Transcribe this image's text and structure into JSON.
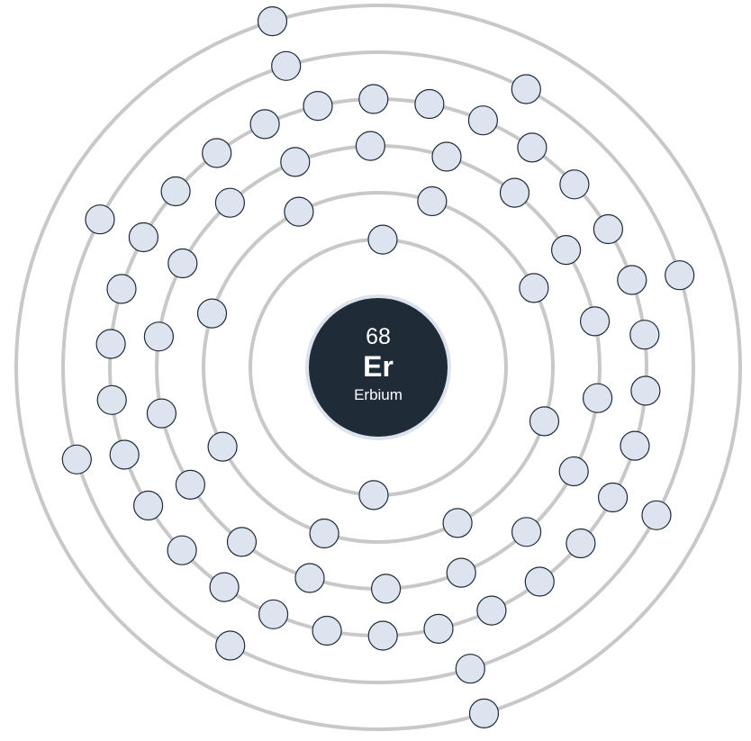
{
  "element": {
    "atomic_number": "68",
    "symbol": "Er",
    "name": "Erbium",
    "shell_configuration": [
      2,
      8,
      18,
      30,
      8,
      2
    ]
  },
  "colors": {
    "background": "#ffffff",
    "nucleus_fill": "#1f2b36",
    "nucleus_ring": "#dce3ee",
    "orbit_stroke": "#c8c8c8",
    "electron_fill": "#dde4f0",
    "electron_stroke": "#1f2b36"
  }
}
